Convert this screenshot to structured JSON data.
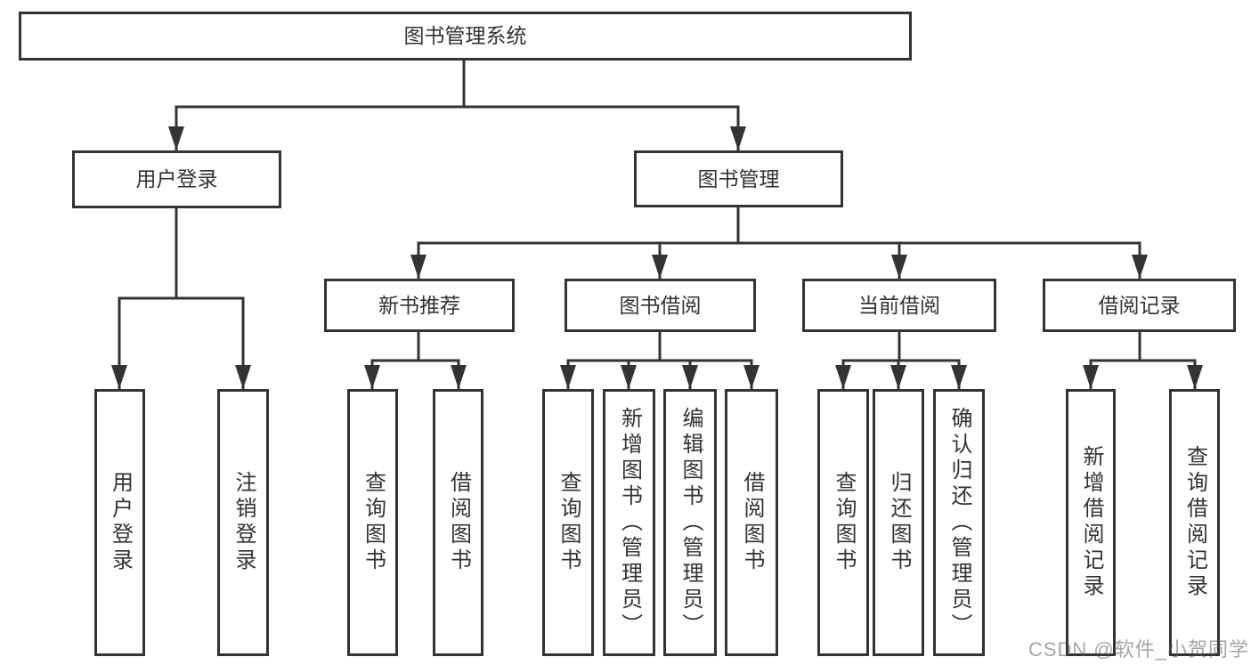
{
  "tree": {
    "label": "图书管理系统",
    "children": [
      {
        "label": "用户登录",
        "children": [
          {
            "label": "用户登录"
          },
          {
            "label": "注销登录"
          }
        ]
      },
      {
        "label": "图书管理",
        "children": [
          {
            "label": "新书推荐",
            "children": [
              {
                "label": "查询图书"
              },
              {
                "label": "借阅图书"
              }
            ]
          },
          {
            "label": "图书借阅",
            "children": [
              {
                "label": "查询图书"
              },
              {
                "label": "新增图书（管理员）"
              },
              {
                "label": "编辑图书（管理员）"
              },
              {
                "label": "借阅图书"
              }
            ]
          },
          {
            "label": "当前借阅",
            "children": [
              {
                "label": "查询图书"
              },
              {
                "label": "归还图书"
              },
              {
                "label": "确认归还（管理员）"
              }
            ]
          },
          {
            "label": "借阅记录",
            "children": [
              {
                "label": "新增借阅记录"
              },
              {
                "label": "查询借阅记录"
              }
            ]
          }
        ]
      }
    ]
  },
  "watermark": {
    "text": "CSDN @软件_小贺同学"
  },
  "colors": {
    "line": "#333333",
    "box_border": "#333333",
    "box_background": "#ffffff",
    "text": "#333333",
    "watermark": "#8c8c8c",
    "page_background": "#ffffff"
  }
}
